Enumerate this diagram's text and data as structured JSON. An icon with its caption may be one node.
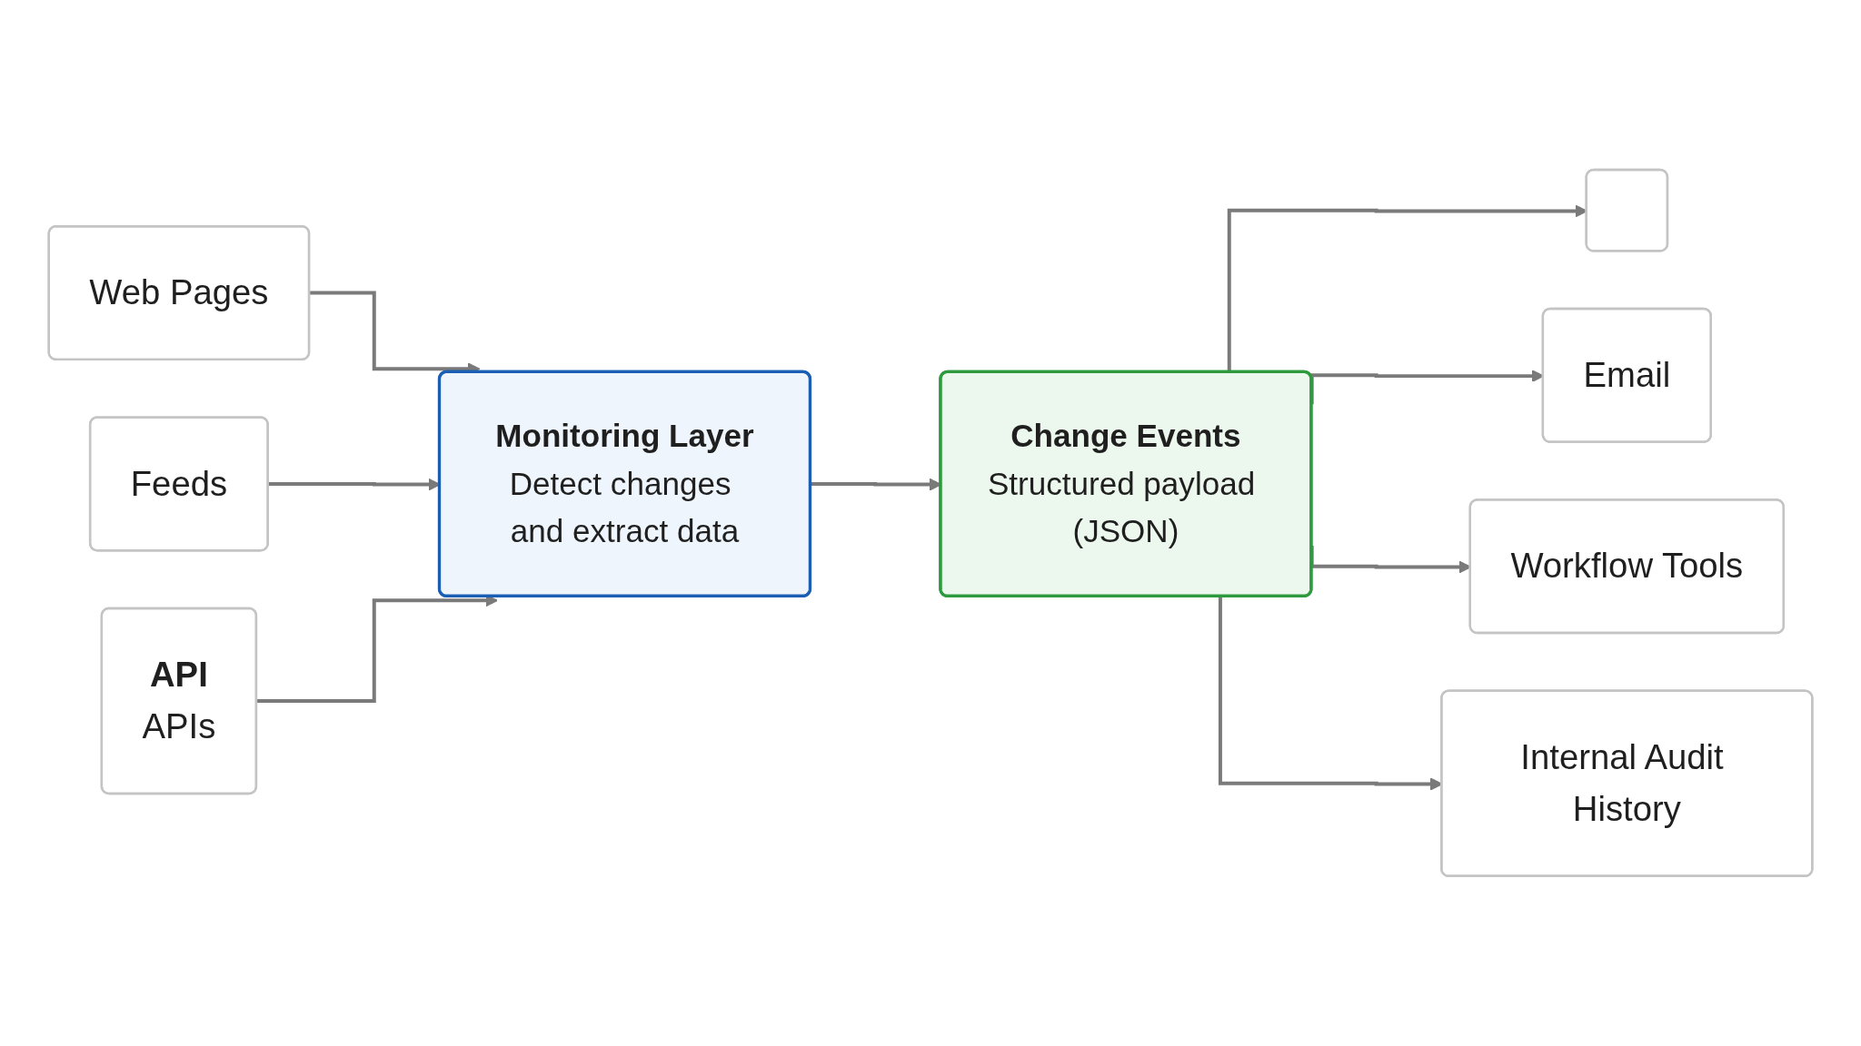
{
  "diagram": {
    "nodes": [
      {
        "text": [
          "Web Pages"
        ]
      },
      {
        "text": [
          "Feeds"
        ]
      },
      {
        "text": [
          "API",
          "APIs"
        ]
      },
      {
        "text": [
          "Monitoring Layer",
          "Detect changes and extract data"
        ]
      },
      {
        "text": [
          "Change Events",
          "Structured payload (JSON)"
        ]
      },
      {
        "text": [],
        "shape": "box"
      },
      {
        "text": [
          "Email"
        ]
      },
      {
        "text": [
          "Workflow Tools"
        ]
      },
      {
        "text": [
          "Internal Audit History"
        ]
      }
    ],
    "edges": [
      {
        "from": 0,
        "to": 3,
        "arrow": "to"
      },
      {
        "from": 1,
        "to": 3,
        "arrow": "to"
      },
      {
        "from": 2,
        "to": 3,
        "arrow": "to"
      },
      {
        "from": 3,
        "to": 4,
        "arrow": "to"
      },
      {
        "from": 4,
        "to": 5,
        "arrow": "to"
      },
      {
        "from": 4,
        "to": 6,
        "arrow": "to"
      },
      {
        "from": 4,
        "to": 7,
        "arrow": "to"
      },
      {
        "from": 4,
        "to": 8,
        "arrow": "to"
      }
    ]
  }
}
